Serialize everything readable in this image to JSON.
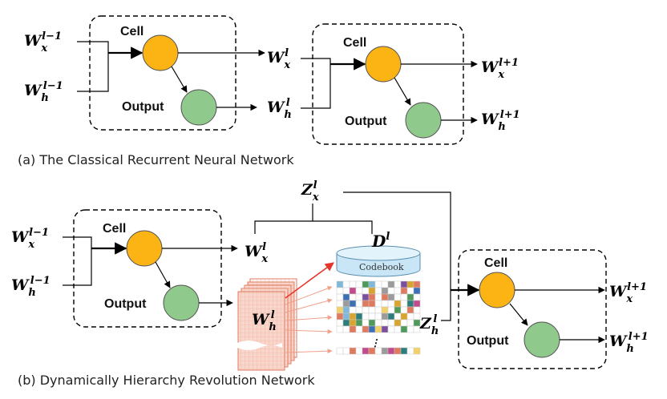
{
  "labels": {
    "cell": "Cell",
    "output": "Output",
    "codebook": "Codebook",
    "caption_a": "(a) The Classical Recurrent Neural Network",
    "caption_b": "(b) Dynamically Hierarchy Revolution Network"
  },
  "math": {
    "W": "W",
    "Z": "Z",
    "D": "D",
    "sub_x": "x",
    "sub_h": "h",
    "sup_prev": "l−1",
    "sup_cur": "l",
    "sup_next": "l+1",
    "dots": "⋮"
  },
  "colors": {
    "cell": "#fbb414",
    "output": "#8fc98c",
    "codebook": "#c8e6f5",
    "feature_map": "#f9d6cc",
    "arrow_red": "#e5352a",
    "matrix_palette": [
      "#4f9a5b",
      "#d9a52c",
      "#7b4f9d",
      "#3b6fb6",
      "#e07a5f",
      "#7fb8d9",
      "#9b9b9b",
      "#f2d16b",
      "#2e7d7d",
      "#c24b8b"
    ]
  }
}
